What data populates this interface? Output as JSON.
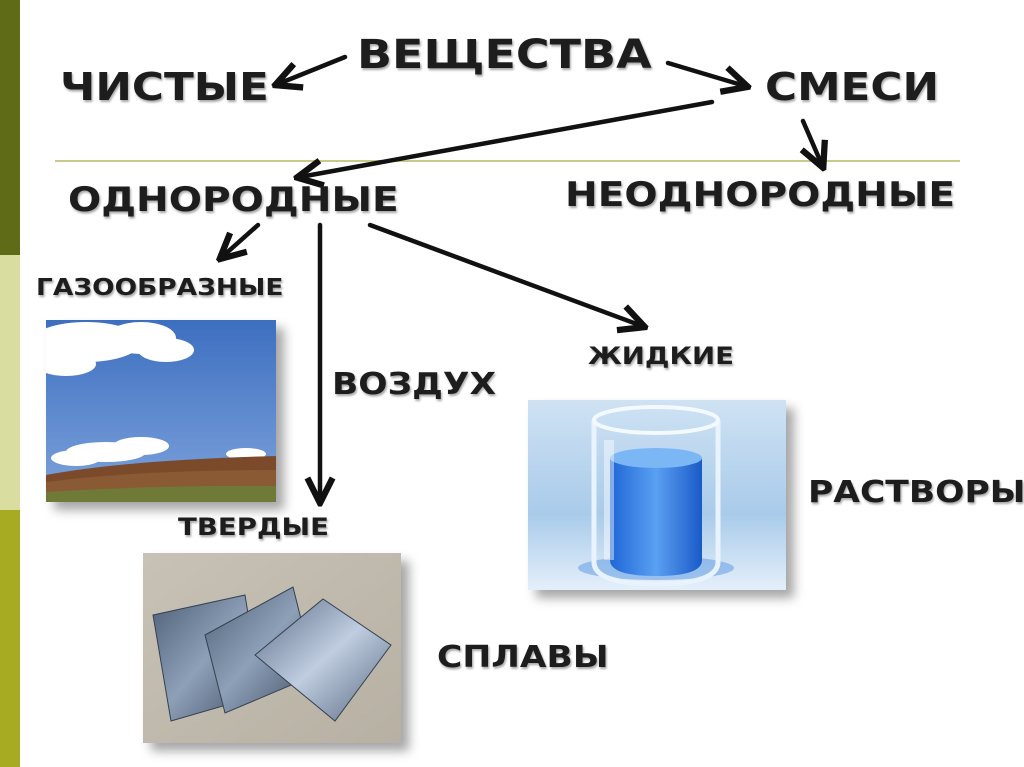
{
  "labels": {
    "root": "ВЕЩЕСТВА",
    "pure": "ЧИСТЫЕ",
    "mixtures": "СМЕСИ",
    "homogeneous": "ОДНОРОДНЫЕ",
    "heterogeneous": "НЕОДНОРОДНЫЕ",
    "gaseous": "ГАЗООБРАЗНЫЕ",
    "air": "ВОЗДУХ",
    "liquid": "ЖИДКИЕ",
    "solid": "ТВЕРДЫЕ",
    "solutions": "РАСТВОРЫ",
    "alloys": "СПЛАВЫ"
  },
  "colors": {
    "sidebar_dark": "#5f6b16",
    "sidebar_light": "#d9dd9f",
    "sidebar_mid": "#a7ab21",
    "text": "#1d1d1d"
  }
}
